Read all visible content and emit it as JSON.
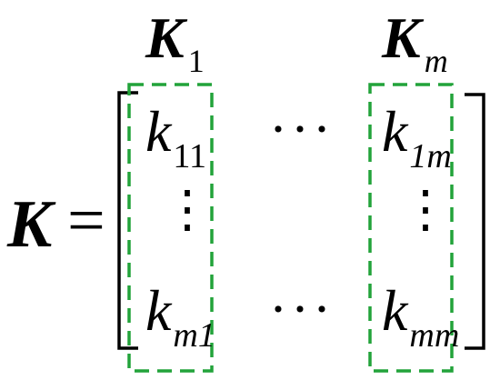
{
  "diagram": {
    "lhs_symbol": "K",
    "equals_sign": "=",
    "column_headers": [
      {
        "base": "K",
        "sub": "1"
      },
      {
        "base": "K",
        "sub": "m"
      }
    ],
    "entries": {
      "top_left": {
        "base": "k",
        "sub": "11"
      },
      "top_right": {
        "base": "k",
        "sub": "1m"
      },
      "bottom_left": {
        "base": "k",
        "sub": "m1"
      },
      "bottom_right": {
        "base": "k",
        "sub": "mm"
      }
    },
    "ellipsis_horizontal": "···",
    "ellipsis_vertical": "⋮",
    "colors": {
      "text": "#000000",
      "column_box": "#22a33a",
      "bracket": "#000000"
    }
  }
}
